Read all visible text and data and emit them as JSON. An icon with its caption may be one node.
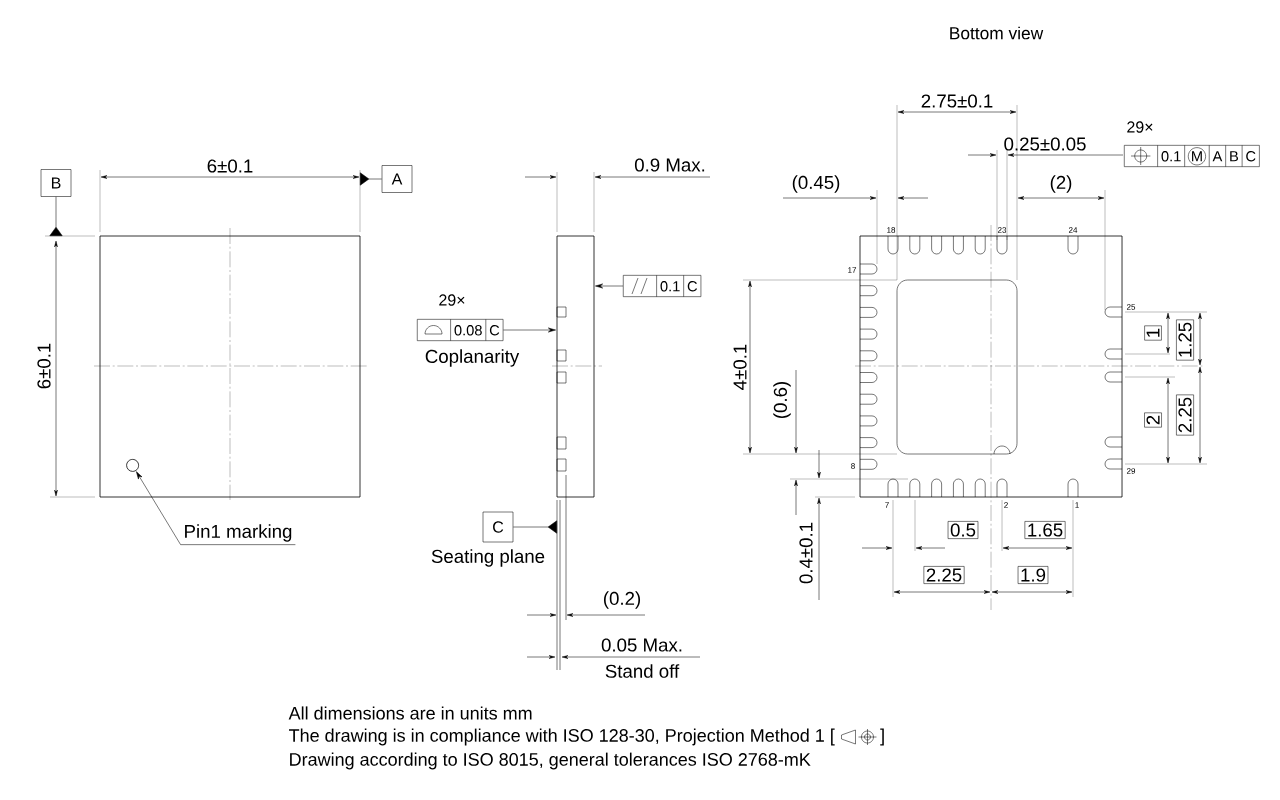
{
  "diagram": {
    "nodes": [
      {
        "text": [],
        "shape": "box"
      },
      {
        "text": [],
        "shape": "circle",
        "in": 0
      },
      {
        "text": [
          "Pin1 marking"
        ]
      },
      {
        "text": [
          "B"
        ]
      },
      {
        "text": [
          "A"
        ]
      },
      {
        "text": [],
        "shape": "box"
      },
      {
        "text": [
          "0.1",
          "C"
        ]
      },
      {
        "text": [
          "0.08",
          "C"
        ],
        "beside": [
          "29×",
          "Coplanarity"
        ]
      },
      {
        "text": [
          "C"
        ],
        "beside": [
          "Seating plane"
        ]
      },
      {
        "text": [
          "0.1",
          "M",
          "A",
          "B",
          "C"
        ],
        "beside": [
          "29×"
        ]
      }
    ],
    "edges": [
      {
        "from": 2,
        "to": 1,
        "arrow": "to"
      },
      {
        "from": 3,
        "to": null,
        "arrow": "other"
      },
      {
        "from": 4,
        "to": null,
        "arrow": "other"
      },
      {
        "from": 6,
        "to": 5,
        "arrow": "to"
      },
      {
        "from": 7,
        "to": 5,
        "arrow": "to"
      },
      {
        "from": 8,
        "to": null,
        "arrow": "other"
      }
    ],
    "labels": [
      "Bottom view",
      "6±0.1",
      "6±0.1",
      "0.9 Max.",
      "(0.2)",
      "0.05 Max.",
      "Stand off",
      "2.75±0.1",
      "0.25±0.05",
      "(0.45)",
      "(2)",
      "18",
      "23",
      "24",
      "17",
      "25",
      "4±0.1",
      "(0.6)",
      "1",
      "1.25",
      "2",
      "2.25",
      "8",
      "29",
      "7",
      "2",
      "1",
      "0.5",
      "1.65",
      "0.4±0.1",
      "2.25",
      "1.9",
      "All dimensions are in units mm",
      "The drawing is in compliance with ISO 128-30, Projection Method 1 [",
      "]",
      "Drawing according to ISO 8015, general tolerances ISO 2768-mK"
    ]
  }
}
